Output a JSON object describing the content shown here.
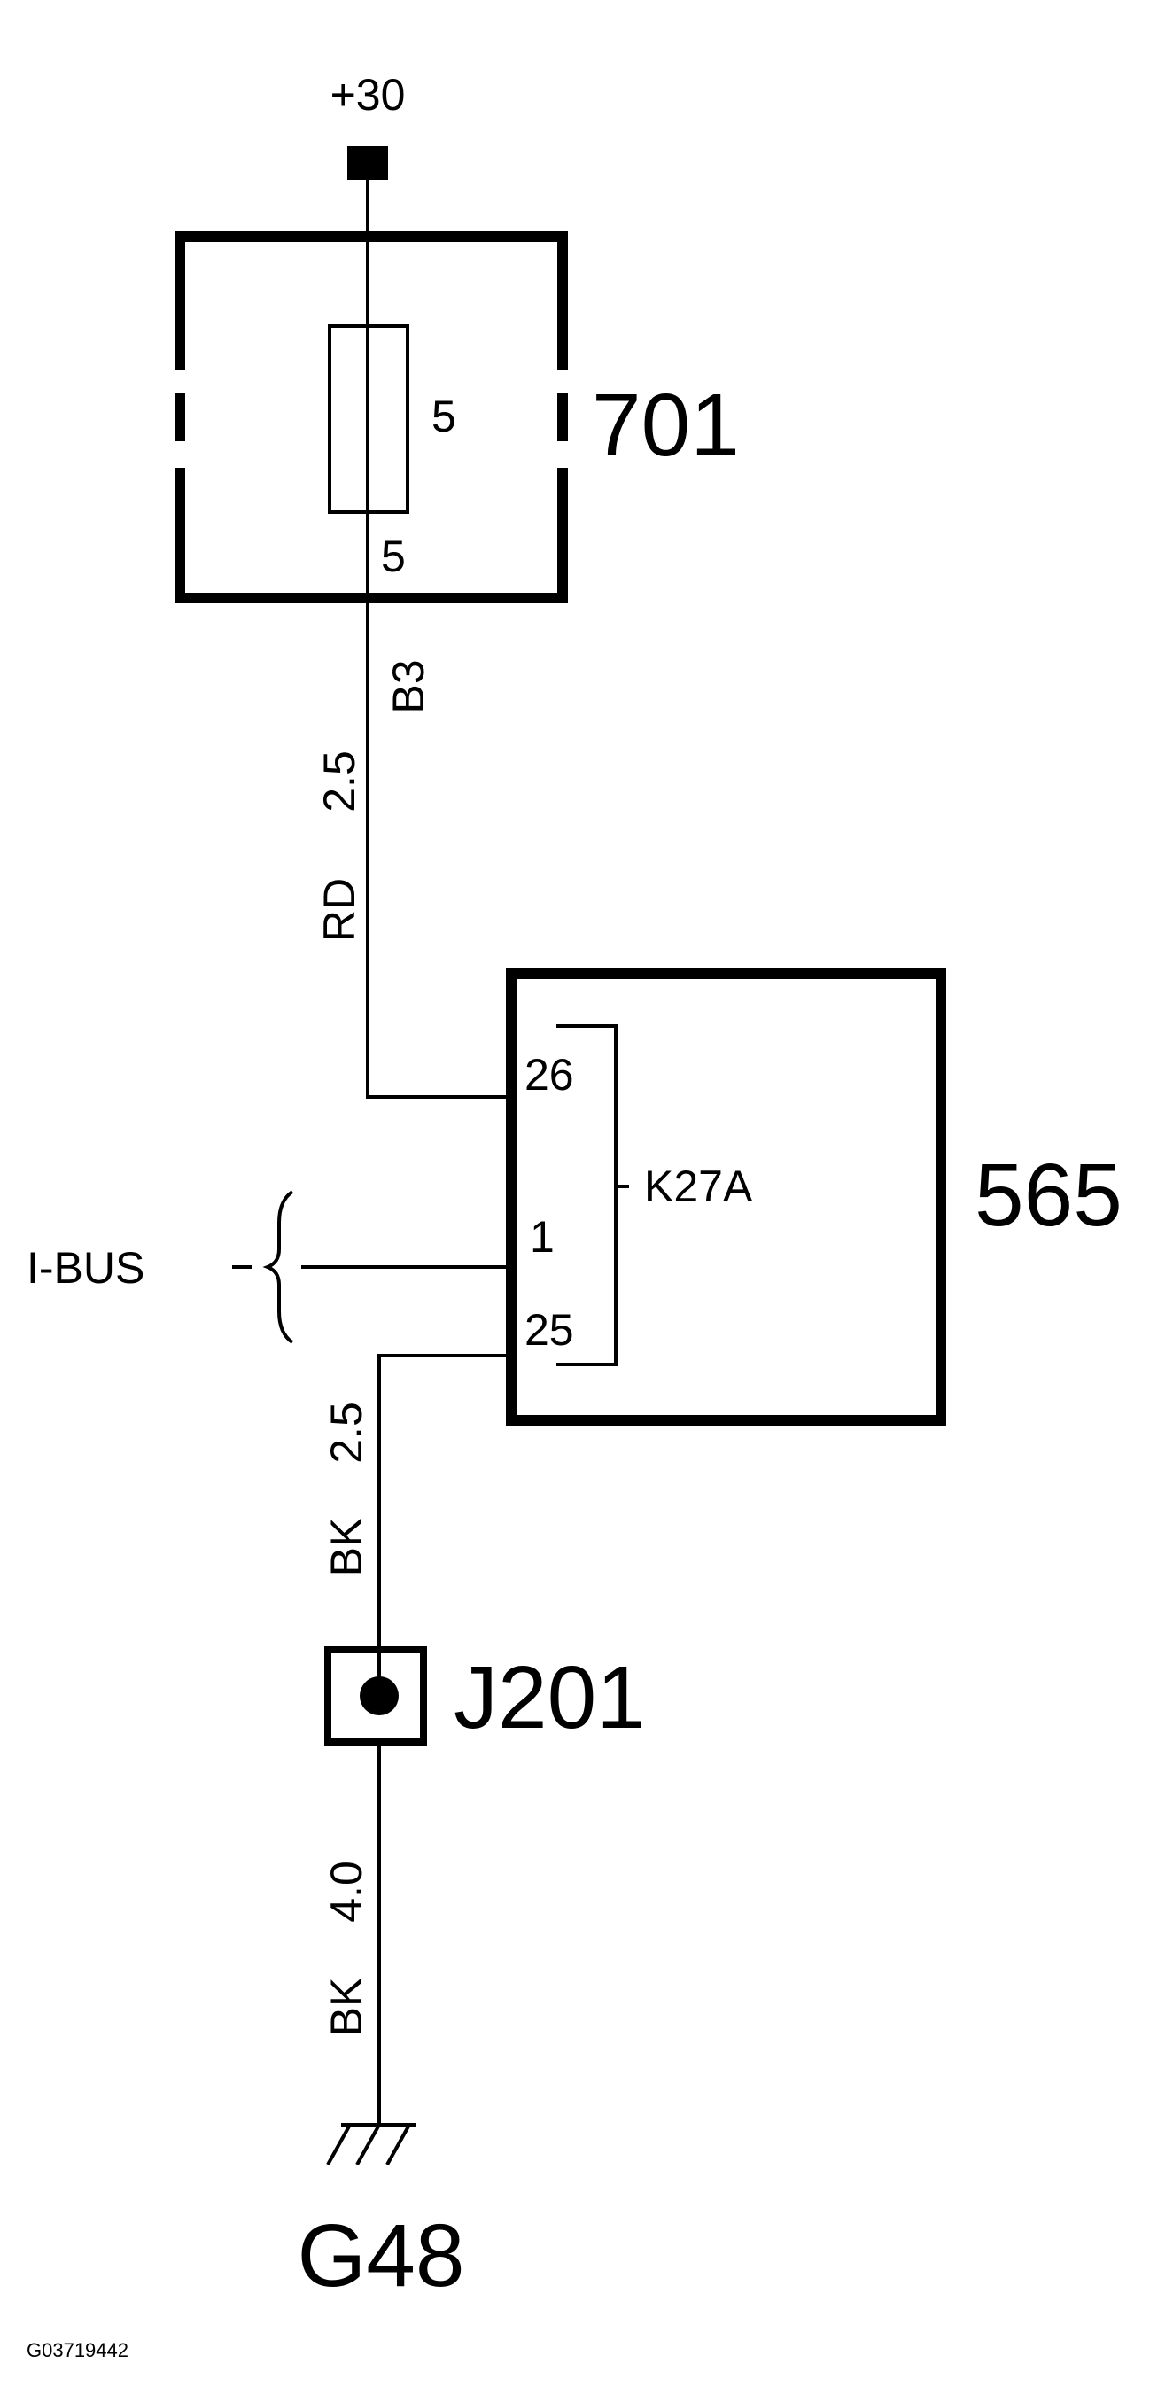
{
  "supply": {
    "label": "+30"
  },
  "fuse_box": {
    "id": "701",
    "fuse_number": "5",
    "terminal": "5",
    "connector": "B3"
  },
  "wire_upper": {
    "size": "2.5",
    "color": "RD"
  },
  "module": {
    "id": "565",
    "connector": "K27A",
    "pins": {
      "top": "26",
      "middle": "1",
      "bottom": "25"
    }
  },
  "bus": {
    "label": "I-BUS"
  },
  "wire_middle": {
    "size": "2.5",
    "color": "BK"
  },
  "junction": {
    "id": "J201"
  },
  "wire_lower": {
    "size": "4.0",
    "color": "BK"
  },
  "ground": {
    "id": "G48"
  },
  "figure_code": "G03719442",
  "colors": {
    "line": "#000000",
    "background": "#ffffff"
  }
}
